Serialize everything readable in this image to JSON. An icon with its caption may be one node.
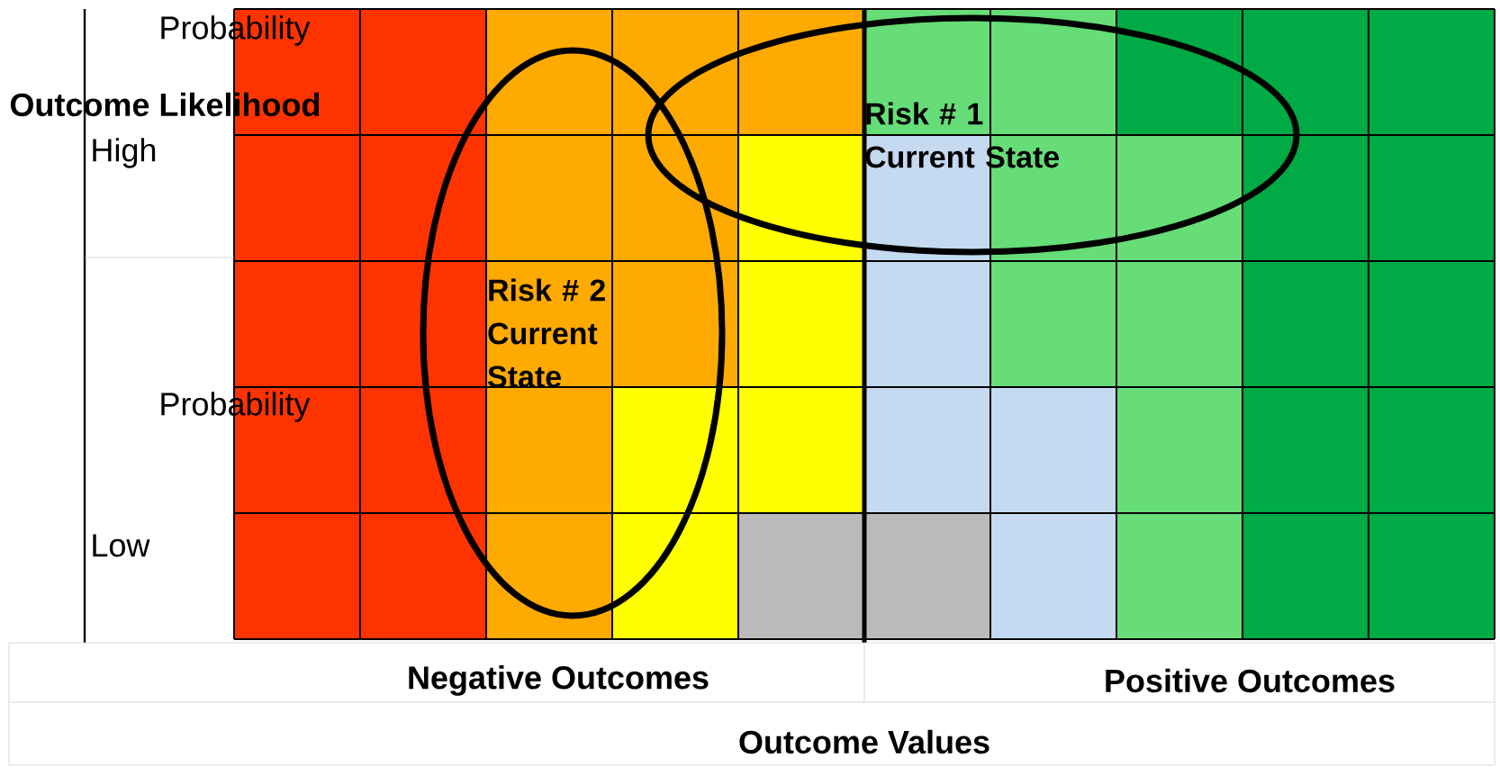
{
  "diagram": {
    "nodes": [
      {
        "text": [
          "Risk # 1 Current State"
        ]
      },
      {
        "text": [
          "Risk # 2 Current State"
        ]
      }
    ],
    "labels": [
      "Probability",
      "Outcome Likelihood",
      "High",
      "Probability",
      "Low",
      "Negative Outcomes",
      "Positive Outcomes",
      "Outcome Values"
    ]
  }
}
